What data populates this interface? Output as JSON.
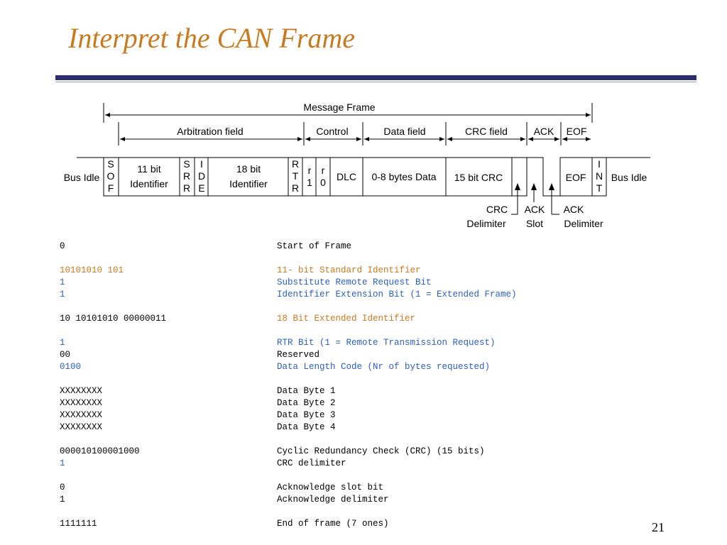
{
  "slide": {
    "title": "Interpret the CAN Frame",
    "page_number": "21"
  },
  "diagram": {
    "message_frame": "Message Frame",
    "arbitration_field": "Arbitration field",
    "control": "Control",
    "data_field": "Data field",
    "crc_field": "CRC field",
    "ack": "ACK",
    "eof": "EOF",
    "bus_idle_left": "Bus Idle",
    "bus_idle_right": "Bus Idle",
    "sof": [
      "S",
      "O",
      "F"
    ],
    "id11": [
      "11 bit",
      "Identifier"
    ],
    "srr": [
      "S",
      "R",
      "R"
    ],
    "ide": [
      "I",
      "D",
      "E"
    ],
    "id18": [
      "18 bit",
      "Identifier"
    ],
    "rtr": [
      "R",
      "T",
      "R"
    ],
    "r1": [
      "r",
      "1"
    ],
    "r0": [
      "r",
      "0"
    ],
    "dlc": "DLC",
    "data_bytes": "0-8 bytes Data",
    "crc15": "15 bit CRC",
    "eof_box": "EOF",
    "int": [
      "I",
      "N",
      "T"
    ],
    "crc_delimiter": [
      "CRC",
      "Delimiter"
    ],
    "ack_slot": [
      "ACK",
      "Slot"
    ],
    "ack_delimiter": [
      "ACK",
      "Delimiter"
    ]
  },
  "colors": {
    "black": "#000000",
    "orange": "#c87a1e",
    "blue": "#2a5fbf"
  },
  "rows": [
    {
      "value": "0",
      "desc": "Start of Frame",
      "value_color": "black",
      "desc_color": "black"
    },
    {
      "value": "10101010 101",
      "desc": "11- bit Standard Identifier",
      "value_color": "orange",
      "desc_color": "orange"
    },
    {
      "value": "1",
      "desc": "Substitute Remote Request Bit",
      "value_color": "blue",
      "desc_color": "blue"
    },
    {
      "value": "1",
      "desc": "Identifier Extension Bit (1 = Extended Frame)",
      "value_color": "blue",
      "desc_color": "blue"
    },
    {
      "value": "10 10101010 00000011",
      "desc": "18 Bit Extended Identifier",
      "value_color": "black",
      "desc_color": "orange"
    },
    {
      "value": "1",
      "desc": "RTR Bit (1 = Remote Transmission Request)",
      "value_color": "blue",
      "desc_color": "blue"
    },
    {
      "value": "00",
      "desc": "Reserved",
      "value_color": "black",
      "desc_color": "black"
    },
    {
      "value": "0100",
      "desc": "Data Length Code (Nr of bytes requested)",
      "value_color": "blue",
      "desc_color": "blue"
    },
    {
      "value": "XXXXXXXX",
      "desc": "Data Byte 1",
      "value_color": "black",
      "desc_color": "black"
    },
    {
      "value": "XXXXXXXX",
      "desc": "Data Byte 2",
      "value_color": "black",
      "desc_color": "black"
    },
    {
      "value": "XXXXXXXX",
      "desc": "Data Byte 3",
      "value_color": "black",
      "desc_color": "black"
    },
    {
      "value": "XXXXXXXX",
      "desc": "Data Byte 4",
      "value_color": "black",
      "desc_color": "black"
    },
    {
      "value": "000010100001000",
      "desc": "Cyclic Redundancy Check (CRC) (15 bits)",
      "value_color": "black",
      "desc_color": "black"
    },
    {
      "value": "1",
      "desc": "CRC delimiter",
      "value_color": "blue",
      "desc_color": "black"
    },
    {
      "value": "0",
      "desc": "Acknowledge slot bit",
      "value_color": "black",
      "desc_color": "black"
    },
    {
      "value": "1",
      "desc": "Acknowledge delimiter",
      "value_color": "black",
      "desc_color": "black"
    },
    {
      "value": "1111111",
      "desc": "End of frame (7 ones)",
      "value_color": "black",
      "desc_color": "black"
    }
  ]
}
